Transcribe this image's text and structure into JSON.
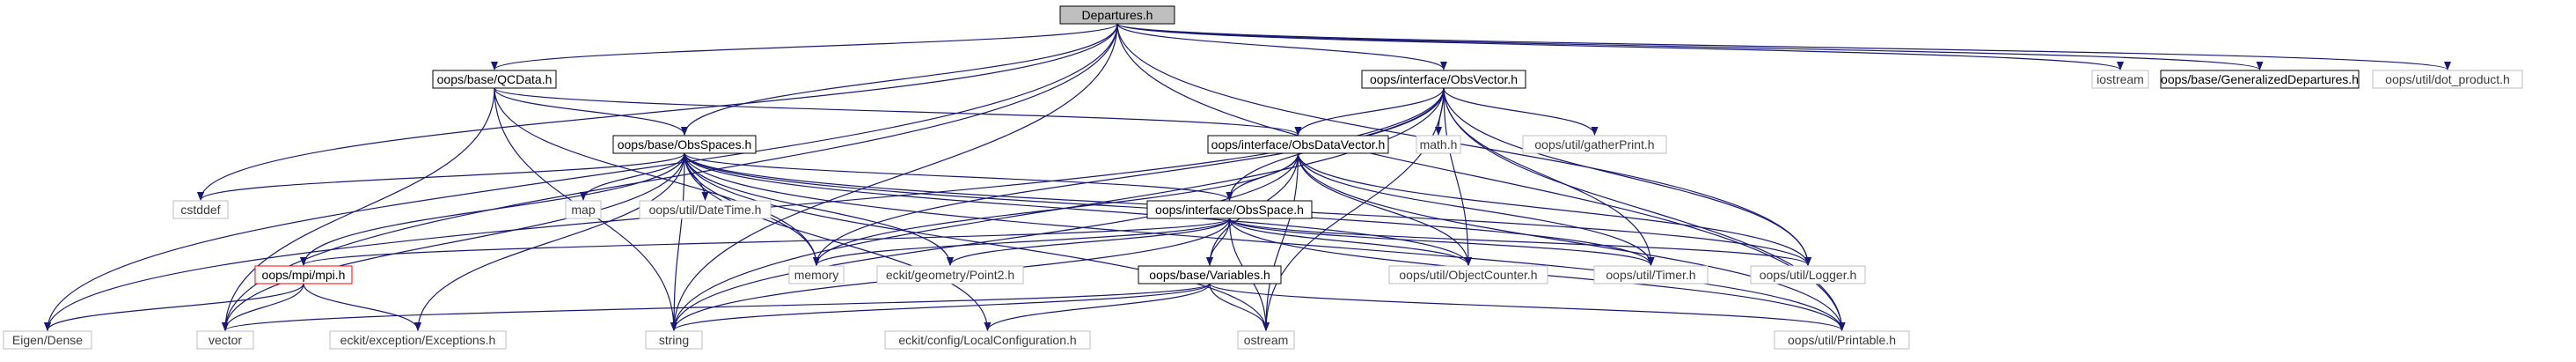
{
  "colors": {
    "edge": "#191970",
    "root_fill": "#bfbfbf",
    "linked_border": "#000000",
    "external_border": "#bfbfbf",
    "cyclic_border": "#ff0000"
  },
  "nodes": [
    {
      "id": "n_departures",
      "label": "Departures.h",
      "style": "root"
    },
    {
      "id": "n_qcdata",
      "label": "oops/base/QCData.h",
      "style": "black"
    },
    {
      "id": "n_obsvector",
      "label": "oops/interface/ObsVector.h",
      "style": "black"
    },
    {
      "id": "n_iostream",
      "label": "iostream",
      "style": "grey"
    },
    {
      "id": "n_gendep",
      "label": "oops/base/GeneralizedDepartures.h",
      "style": "black"
    },
    {
      "id": "n_dotproduct",
      "label": "oops/util/dot_product.h",
      "style": "grey"
    },
    {
      "id": "n_obsspaces",
      "label": "oops/base/ObsSpaces.h",
      "style": "black"
    },
    {
      "id": "n_obsdatavector",
      "label": "oops/interface/ObsDataVector.h",
      "style": "black"
    },
    {
      "id": "n_math",
      "label": "math.h",
      "style": "grey"
    },
    {
      "id": "n_gatherprint",
      "label": "oops/util/gatherPrint.h",
      "style": "grey"
    },
    {
      "id": "n_cstddef",
      "label": "cstddef",
      "style": "grey"
    },
    {
      "id": "n_map",
      "label": "map",
      "style": "grey"
    },
    {
      "id": "n_datetime",
      "label": "oops/util/DateTime.h",
      "style": "grey"
    },
    {
      "id": "n_obsspace",
      "label": "oops/interface/ObsSpace.h",
      "style": "black"
    },
    {
      "id": "n_mpi",
      "label": "oops/mpi/mpi.h",
      "style": "red"
    },
    {
      "id": "n_memory",
      "label": "memory",
      "style": "grey"
    },
    {
      "id": "n_point2",
      "label": "eckit/geometry/Point2.h",
      "style": "grey"
    },
    {
      "id": "n_objcounter",
      "label": "oops/util/ObjectCounter.h",
      "style": "grey"
    },
    {
      "id": "n_timer",
      "label": "oops/util/Timer.h",
      "style": "grey"
    },
    {
      "id": "n_logger",
      "label": "oops/util/Logger.h",
      "style": "grey"
    },
    {
      "id": "n_variables",
      "label": "oops/base/Variables.h",
      "style": "black"
    },
    {
      "id": "n_eigen",
      "label": "Eigen/Dense",
      "style": "grey"
    },
    {
      "id": "n_vector",
      "label": "vector",
      "style": "grey"
    },
    {
      "id": "n_exceptions",
      "label": "eckit/exception/Exceptions.h",
      "style": "grey"
    },
    {
      "id": "n_string",
      "label": "string",
      "style": "grey"
    },
    {
      "id": "n_localconfig",
      "label": "eckit/config/LocalConfiguration.h",
      "style": "grey"
    },
    {
      "id": "n_ostream",
      "label": "ostream",
      "style": "grey"
    },
    {
      "id": "n_printable",
      "label": "oops/util/Printable.h",
      "style": "grey"
    }
  ],
  "edges": [
    [
      "n_departures",
      "n_qcdata"
    ],
    [
      "n_departures",
      "n_obsvector"
    ],
    [
      "n_departures",
      "n_iostream"
    ],
    [
      "n_departures",
      "n_gendep"
    ],
    [
      "n_departures",
      "n_dotproduct"
    ],
    [
      "n_departures",
      "n_obsspaces"
    ],
    [
      "n_departures",
      "n_cstddef"
    ],
    [
      "n_departures",
      "n_eigen"
    ],
    [
      "n_departures",
      "n_vector"
    ],
    [
      "n_departures",
      "n_string"
    ],
    [
      "n_departures",
      "n_logger"
    ],
    [
      "n_departures",
      "n_printable"
    ],
    [
      "n_qcdata",
      "n_obsspaces"
    ],
    [
      "n_qcdata",
      "n_obsdatavector"
    ],
    [
      "n_qcdata",
      "n_memory"
    ],
    [
      "n_qcdata",
      "n_vector"
    ],
    [
      "n_qcdata",
      "n_string"
    ],
    [
      "n_obsvector",
      "n_obsdatavector"
    ],
    [
      "n_obsvector",
      "n_math"
    ],
    [
      "n_obsvector",
      "n_gatherprint"
    ],
    [
      "n_obsvector",
      "n_obsspace"
    ],
    [
      "n_obsvector",
      "n_eigen"
    ],
    [
      "n_obsvector",
      "n_string"
    ],
    [
      "n_obsvector",
      "n_memory"
    ],
    [
      "n_obsvector",
      "n_objcounter"
    ],
    [
      "n_obsvector",
      "n_timer"
    ],
    [
      "n_obsvector",
      "n_logger"
    ],
    [
      "n_obsvector",
      "n_ostream"
    ],
    [
      "n_obsvector",
      "n_printable"
    ],
    [
      "n_obsspaces",
      "n_cstddef"
    ],
    [
      "n_obsspaces",
      "n_map"
    ],
    [
      "n_obsspaces",
      "n_datetime"
    ],
    [
      "n_obsspaces",
      "n_obsspace"
    ],
    [
      "n_obsspaces",
      "n_mpi"
    ],
    [
      "n_obsspaces",
      "n_memory"
    ],
    [
      "n_obsspaces",
      "n_point2"
    ],
    [
      "n_obsspaces",
      "n_vector"
    ],
    [
      "n_obsspaces",
      "n_exceptions"
    ],
    [
      "n_obsspaces",
      "n_string"
    ],
    [
      "n_obsspaces",
      "n_localconfig"
    ],
    [
      "n_obsspaces",
      "n_ostream"
    ],
    [
      "n_obsspaces",
      "n_objcounter"
    ],
    [
      "n_obsspaces",
      "n_timer"
    ],
    [
      "n_obsspaces",
      "n_logger"
    ],
    [
      "n_obsspaces",
      "n_printable"
    ],
    [
      "n_obsdatavector",
      "n_obsspace"
    ],
    [
      "n_obsdatavector",
      "n_variables"
    ],
    [
      "n_obsdatavector",
      "n_memory"
    ],
    [
      "n_obsdatavector",
      "n_string"
    ],
    [
      "n_obsdatavector",
      "n_objcounter"
    ],
    [
      "n_obsdatavector",
      "n_timer"
    ],
    [
      "n_obsdatavector",
      "n_logger"
    ],
    [
      "n_obsdatavector",
      "n_ostream"
    ],
    [
      "n_obsdatavector",
      "n_printable"
    ],
    [
      "n_obsspace",
      "n_mpi"
    ],
    [
      "n_obsspace",
      "n_memory"
    ],
    [
      "n_obsspace",
      "n_point2"
    ],
    [
      "n_obsspace",
      "n_variables"
    ],
    [
      "n_obsspace",
      "n_objcounter"
    ],
    [
      "n_obsspace",
      "n_timer"
    ],
    [
      "n_obsspace",
      "n_logger"
    ],
    [
      "n_obsspace",
      "n_string"
    ],
    [
      "n_obsspace",
      "n_ostream"
    ],
    [
      "n_obsspace",
      "n_printable"
    ],
    [
      "n_variables",
      "n_vector"
    ],
    [
      "n_variables",
      "n_string"
    ],
    [
      "n_variables",
      "n_localconfig"
    ],
    [
      "n_variables",
      "n_ostream"
    ],
    [
      "n_variables",
      "n_printable"
    ],
    [
      "n_mpi",
      "n_eigen"
    ],
    [
      "n_mpi",
      "n_vector"
    ],
    [
      "n_mpi",
      "n_exceptions"
    ]
  ]
}
